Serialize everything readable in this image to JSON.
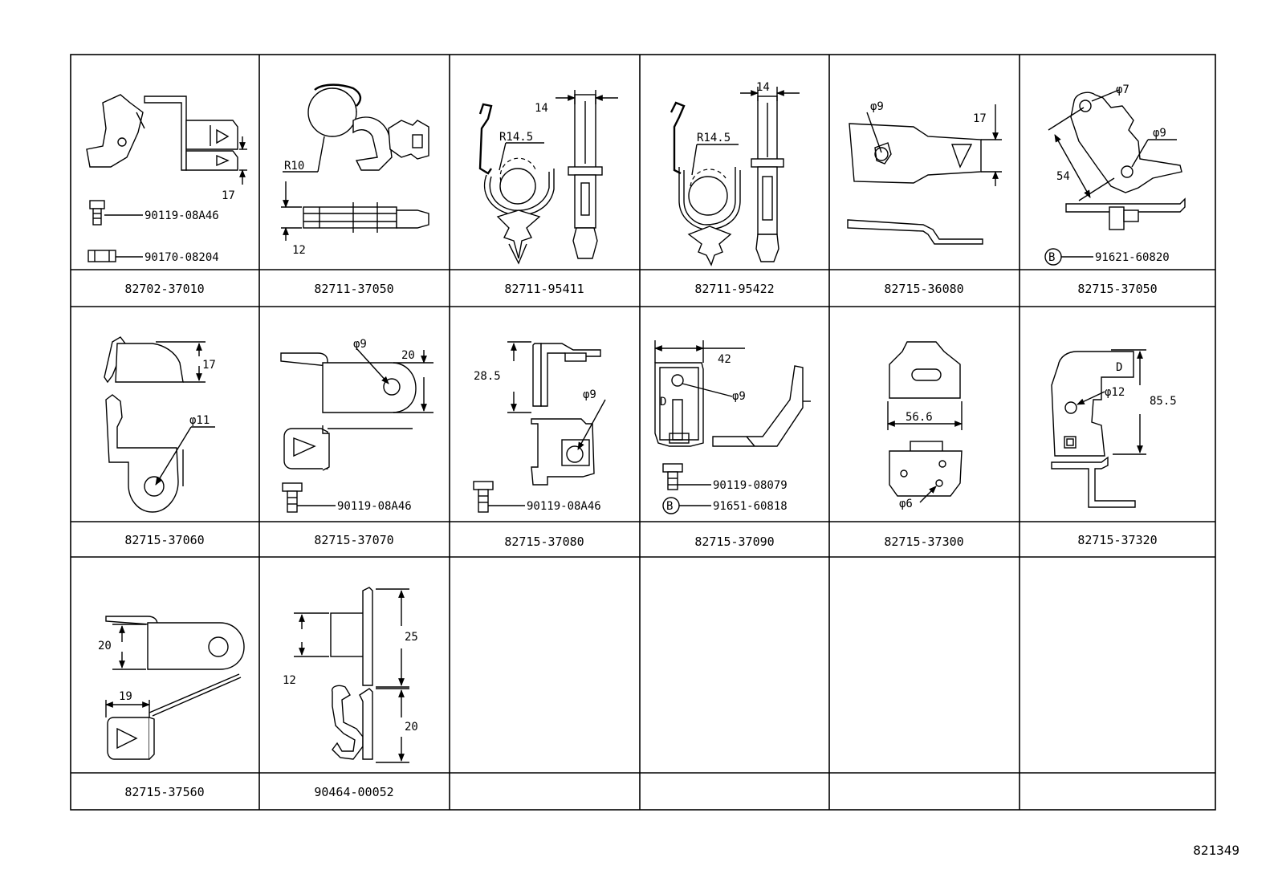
{
  "diagram_id": "821349",
  "cells": [
    {
      "part": "82702-37010",
      "refs": [
        "90119-08A46",
        "90170-08204"
      ],
      "dims": [
        "17"
      ]
    },
    {
      "part": "82711-37050",
      "dims": [
        "R10",
        "12"
      ]
    },
    {
      "part": "82711-95411",
      "dims": [
        "14",
        "R14.5"
      ]
    },
    {
      "part": "82711-95422",
      "dims": [
        "14",
        "R14.5"
      ]
    },
    {
      "part": "82715-36080",
      "dims": [
        "φ9",
        "17"
      ]
    },
    {
      "part": "82715-37050",
      "marker": "B",
      "refs": [
        "91621-60820"
      ],
      "dims": [
        "φ7",
        "φ9",
        "54"
      ]
    },
    {
      "part": "82715-37060",
      "dims": [
        "17",
        "φ11"
      ]
    },
    {
      "part": "82715-37070",
      "refs": [
        "90119-08A46"
      ],
      "dims": [
        "φ9",
        "20"
      ]
    },
    {
      "part": "82715-37080",
      "refs": [
        "90119-08A46"
      ],
      "dims": [
        "28.5",
        "φ9"
      ]
    },
    {
      "part": "82715-37090",
      "marker": "B",
      "refs": [
        "90119-08079",
        "91651-60818"
      ],
      "dims": [
        "42",
        "φ9"
      ]
    },
    {
      "part": "82715-37300",
      "dims": [
        "56.6",
        "φ6"
      ]
    },
    {
      "part": "82715-37320",
      "dims": [
        "φ12",
        "85.5"
      ]
    },
    {
      "part": "82715-37560",
      "dims": [
        "20",
        "19"
      ]
    },
    {
      "part": "90464-00052",
      "dims": [
        "25",
        "12",
        "20"
      ]
    },
    {
      "part": ""
    },
    {
      "part": ""
    },
    {
      "part": ""
    },
    {
      "part": ""
    }
  ]
}
